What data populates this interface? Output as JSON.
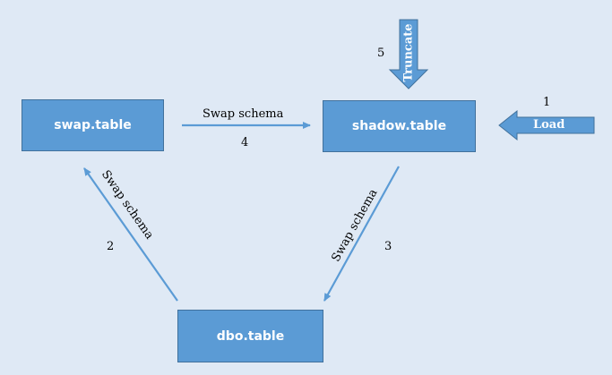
{
  "boxes": {
    "swap": "swap.table",
    "shadow": "shadow.table",
    "dbo": "dbo.table"
  },
  "arrows": {
    "load": {
      "label": "Load",
      "step": "1"
    },
    "swap_to_swap": {
      "label": "Swap schema",
      "step": "2"
    },
    "shadow_to_dbo": {
      "label": "Swap schema",
      "step": "3"
    },
    "swap_to_shadow": {
      "label": "Swap schema",
      "step": "4"
    },
    "truncate": {
      "label": "Truncate",
      "step": "5"
    }
  },
  "colors": {
    "background": "#dfe9f5",
    "box_fill": "#5b9bd5",
    "box_border": "#41719c",
    "arrow": "#5b9bd5"
  }
}
